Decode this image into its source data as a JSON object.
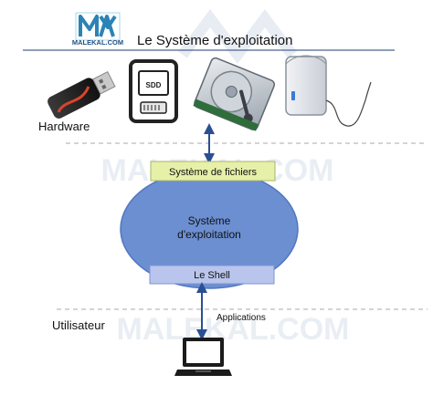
{
  "brand": {
    "name": "MALEKAL.COM",
    "watermark": "MALEKAL.COM"
  },
  "title": "Le Système d'exploitation",
  "layers": {
    "hardware": "Hardware",
    "user": "Utilisateur"
  },
  "ssd_label": "SDD",
  "os": {
    "filesystem": "Système de fichiers",
    "core_line1": "Système",
    "core_line2": "d'exploitation",
    "shell": "Le Shell"
  },
  "link_applications": "Applications",
  "colors": {
    "os_blue": "#6b8fd1",
    "os_stroke": "#5077c0",
    "label_box": "#e6f0a8",
    "shell_box": "#b9c5ec",
    "arrow": "#2a4f93",
    "title_rule": "#4a6491",
    "dashed": "#a9a9a9"
  }
}
